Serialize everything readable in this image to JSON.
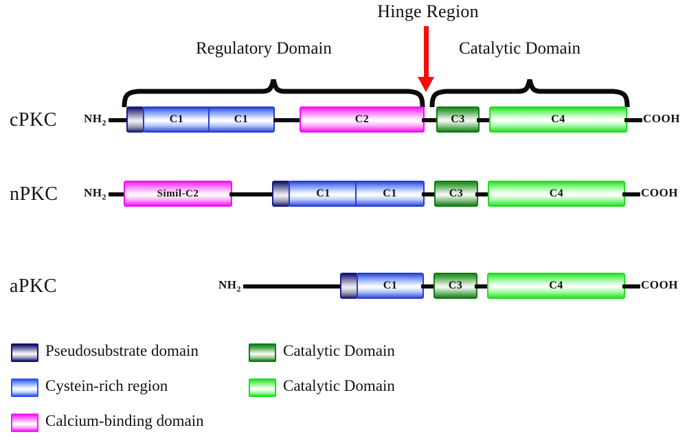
{
  "figure": {
    "headings": {
      "hinge": "Hinge Region",
      "regulatory": "Regulatory Domain",
      "catalytic": "Catalytic Domain"
    },
    "termini": {
      "n": "NH",
      "n_sub": "2",
      "c": "COOH"
    },
    "accent_colors": {
      "arrow_red": "#fb0a0a",
      "pseudosubstrate_blue": "#13136e",
      "cystein_blue": "#2f4ddb",
      "calcium_magenta": "#f520f5",
      "catalytic_dark_green": "#1d8a20",
      "catalytic_light_green": "#2ee02e",
      "backbone_black": "#0b0b0b"
    },
    "rows": [
      {
        "name": "cPKC",
        "blocks": [
          {
            "label": "",
            "type": "pseudosubstrate"
          },
          {
            "label": "C1",
            "type": "cystein-rich"
          },
          {
            "label": "C1",
            "type": "cystein-rich"
          },
          {
            "label": "C2",
            "type": "calcium-binding"
          },
          {
            "label": "C3",
            "type": "catalytic-dark"
          },
          {
            "label": "C4",
            "type": "catalytic-light"
          }
        ]
      },
      {
        "name": "nPKC",
        "blocks": [
          {
            "label": "Simil-C2",
            "type": "calcium-binding"
          },
          {
            "label": "",
            "type": "pseudosubstrate"
          },
          {
            "label": "C1",
            "type": "cystein-rich"
          },
          {
            "label": "C1",
            "type": "cystein-rich"
          },
          {
            "label": "C3",
            "type": "catalytic-dark"
          },
          {
            "label": "C4",
            "type": "catalytic-light"
          }
        ]
      },
      {
        "name": "aPKC",
        "blocks": [
          {
            "label": "",
            "type": "pseudosubstrate"
          },
          {
            "label": "C1",
            "type": "cystein-rich"
          },
          {
            "label": "C3",
            "type": "catalytic-dark"
          },
          {
            "label": "C4",
            "type": "catalytic-light"
          }
        ]
      }
    ],
    "legend": [
      {
        "label": "Pseudosubstrate domain",
        "type": "pseudosubstrate"
      },
      {
        "label": "Cystein-rich region",
        "type": "cystein-rich"
      },
      {
        "label": "Calcium-binding domain",
        "type": "calcium-binding"
      },
      {
        "label": "Catalytic Domain",
        "type": "catalytic-dark"
      },
      {
        "label": "Catalytic Domain",
        "type": "catalytic-light"
      }
    ]
  }
}
